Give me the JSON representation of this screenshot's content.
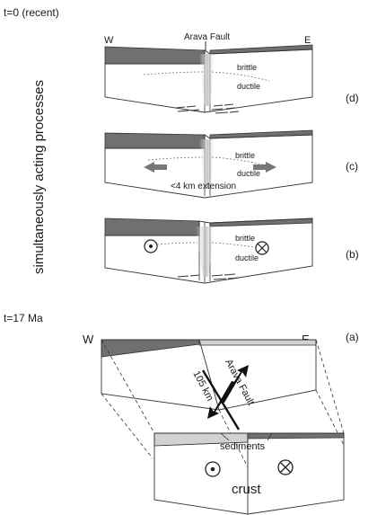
{
  "time_labels": {
    "recent": "t=0  (recent)",
    "past": "t=17  Ma"
  },
  "side_caption": "simultaneously acting processes",
  "directions": {
    "west": "W",
    "east": "E"
  },
  "fault_name_top": "Arava  Fault",
  "layers": {
    "brittle": "brittle",
    "ductile": "ductile"
  },
  "extension_label": "<4  km extension",
  "panels": {
    "d": "(d)",
    "c": "(c)",
    "b": "(b)",
    "a": "(a)"
  },
  "block": {
    "fault_label": "Arava Fault",
    "offset_label": "105 km",
    "sediments_label": "sediments",
    "crust_label": "crust"
  },
  "colors": {
    "sediment_dark": "#707070",
    "sediment_light": "#d2d2d2",
    "line": "#333333"
  }
}
